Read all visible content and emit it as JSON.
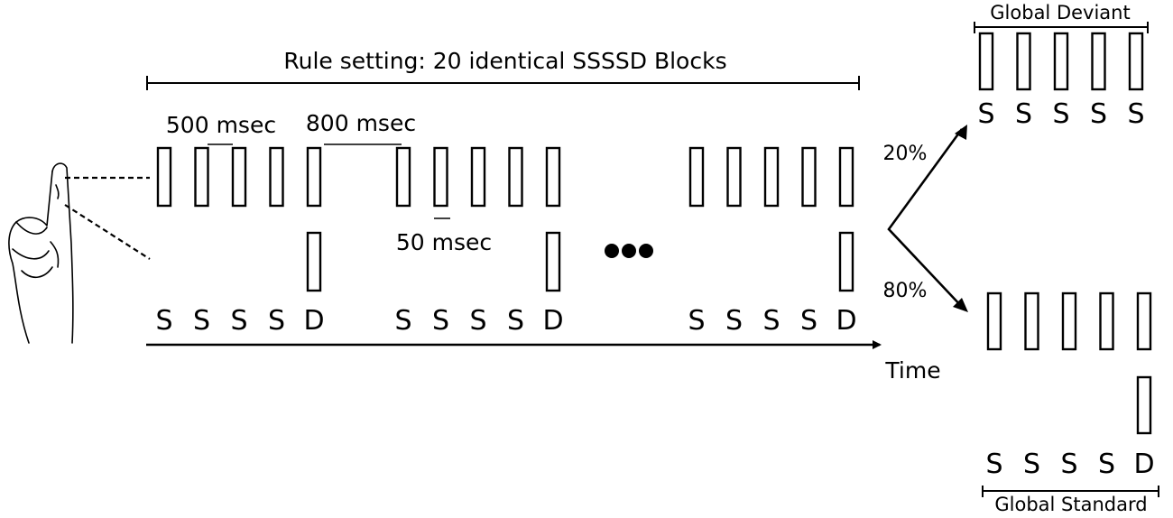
{
  "labels": {
    "rule": "Rule setting: 20 identical SSSSD Blocks",
    "isi": "500 msec",
    "block_gap": "800 msec",
    "stim_duration": "50 msec",
    "time_axis": "Time",
    "deviant_title": "Global Deviant",
    "standard_title": "Global Standard",
    "deviant_pct": "20%",
    "standard_pct": "80%"
  },
  "block_sequence": [
    "S",
    "S",
    "S",
    "S",
    "D"
  ],
  "deviant_sequence": [
    "S",
    "S",
    "S",
    "S",
    "S"
  ],
  "standard_sequence": [
    "S",
    "S",
    "S",
    "S",
    "D"
  ],
  "blocks_shown": 3
}
